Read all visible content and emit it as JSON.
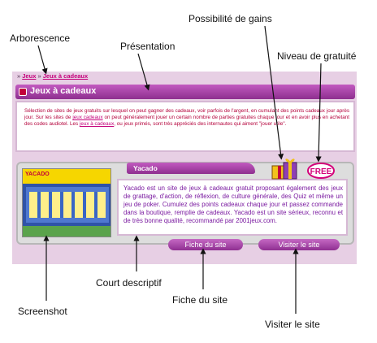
{
  "labels": {
    "arborescence": "Arborescence",
    "presentation": "Présentation",
    "possibilite_gains": "Possibilité de gains",
    "niveau_gratuite": "Niveau de gratuité",
    "court_descriptif": "Court descriptif",
    "screenshot": "Screenshot",
    "fiche_du_site": "Fiche du site",
    "visiter_le_site": "Visiter le site"
  },
  "page": {
    "breadcrumb": {
      "prefix": "»",
      "root": "Jeux",
      "separator": "»",
      "current": "Jeux à cadeaux"
    },
    "title": "Jeux à cadeaux",
    "intro_text_1": "Sélection de sites de jeux gratuits sur lesquel on peut gagner des cadeaux, voir parfois de l'argent, en cumulant des points cadeaux jour après jour. Sur les sites de ",
    "intro_link_1": "jeux cadeaux",
    "intro_text_2": " on peut généralement jouer un certain nombre de parties gratuites chaque jour et en avoir plus en achetant des codes audiotel. Les ",
    "intro_link_2": "jeux à cadeaux",
    "intro_text_3": ", ou jeux primés, sont très appréciés des internautes qui aiment \"jouer utile\".",
    "site": {
      "name": "Yacado",
      "thumb_logo": "YACADO",
      "description": "Yacado est un site de jeux à cadeaux gratuit proposant également des jeux de grattage, d'action, de réflexion, de culture générale, des Quiz et même un jeu de poker. Cumulez des points cadeaux chaque jour et passez commande dans la boutique, remplie de cadeaux. Yacado est un site sérieux, reconnu et de très bonne qualité, recommandé par 2001jeux.com.",
      "fiche_button": "Fiche du site",
      "visit_button": "Visiter le site",
      "free_badge": "FREE"
    }
  },
  "colors": {
    "title_bar": "#8e2f8f",
    "panel_bg": "#e7cfe4",
    "link": "#c4007a",
    "desc_text": "#7a1aa0",
    "intro_text": "#b4003a"
  }
}
